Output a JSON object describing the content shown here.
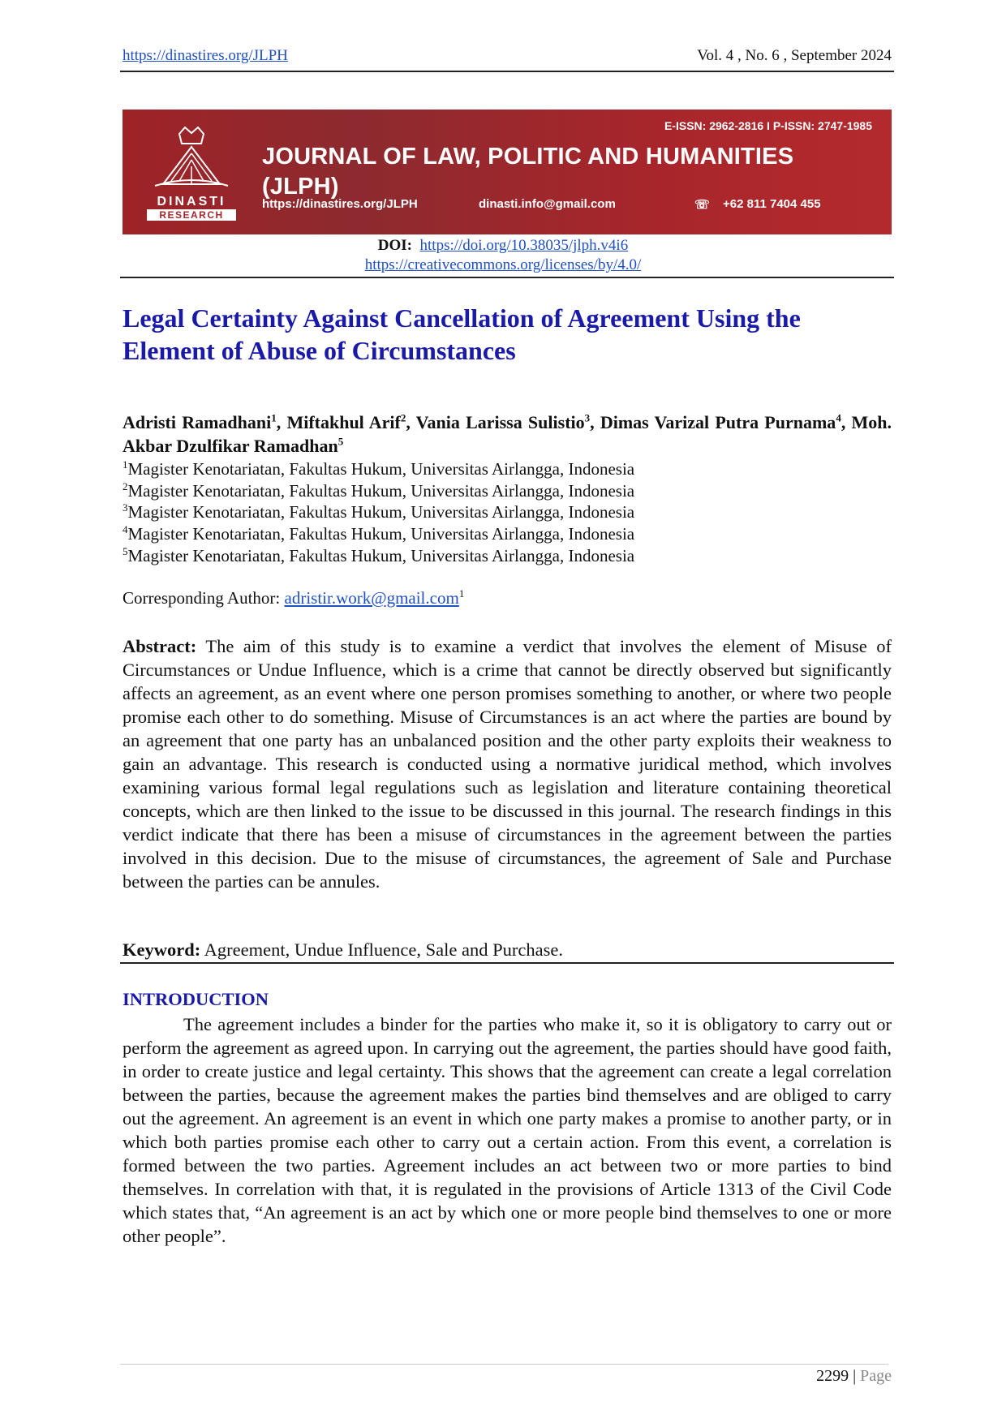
{
  "header": {
    "url": "https://dinastires.org/JLPH",
    "volume": "Vol. 4 , No. 6 , September 2024"
  },
  "banner": {
    "issn": "E-ISSN: 2962-2816 I P-ISSN: 2747-1985",
    "journal_title_line1": "JOURNAL OF LAW, POLITIC AND HUMANITIES",
    "journal_title_line2": "(JLPH)",
    "website": "https://dinastires.org/JLPH",
    "email": "dinasti.info@gmail.com",
    "phone": "+62 811 7404 455",
    "logo_text_1": "DINASTI",
    "logo_text_2": "RESEARCH",
    "brand_color": "#a3262b"
  },
  "doi": {
    "label": "DOI:",
    "link": "https://doi.org/10.38035/jlph.v4i6"
  },
  "license_link": "https://creativecommons.org/licenses/by/4.0/",
  "title": "Legal Certainty Against Cancellation of Agreement Using the Element of Abuse of Circumstances",
  "authors": [
    {
      "name": "Adristi Ramadhani",
      "sup": "1"
    },
    {
      "name": "Miftakhul Arif",
      "sup": "2"
    },
    {
      "name": "Vania Larissa Sulistio",
      "sup": "3"
    },
    {
      "name": "Dimas Varizal Putra Purnama",
      "sup": "4"
    },
    {
      "name": "Moh. Akbar Dzulfikar Ramadhan",
      "sup": "5"
    }
  ],
  "affiliations": [
    {
      "sup": "1",
      "text": "Magister Kenotariatan, Fakultas Hukum, Universitas Airlangga, Indonesia"
    },
    {
      "sup": "2",
      "text": "Magister Kenotariatan, Fakultas Hukum, Universitas Airlangga, Indonesia"
    },
    {
      "sup": "3",
      "text": "Magister Kenotariatan, Fakultas Hukum, Universitas Airlangga, Indonesia"
    },
    {
      "sup": "4",
      "text": "Magister Kenotariatan, Fakultas Hukum, Universitas Airlangga, Indonesia"
    },
    {
      "sup": "5",
      "text": "Magister Kenotariatan, Fakultas Hukum, Universitas Airlangga, Indonesia"
    }
  ],
  "corresponding": {
    "label": "Corresponding Author:",
    "email": "adristir.work@gmail.com",
    "sup": "1"
  },
  "abstract": {
    "label": "Abstract:",
    "text": "The aim of this study is to examine a verdict that involves the element of Misuse of Circumstances or Undue Influence, which is a crime that cannot be directly observed but significantly affects an agreement, as an event where one person promises something to another, or where two people promise each other to do something. Misuse of Circumstances is an act where the parties are bound by an agreement that one party has an unbalanced position and the other party exploits their weakness to gain an advantage. This research is conducted using a normative juridical method, which involves examining various formal legal regulations such as legislation and literature containing theoretical concepts, which are then linked to the issue to be discussed in this journal. The research findings in this verdict indicate that there has been a misuse of circumstances in the agreement between the parties involved in this decision. Due to the misuse of circumstances, the agreement of Sale and Purchase between the parties can be annules."
  },
  "keyword": {
    "label": "Keyword:",
    "text": "Agreement, Undue Influence, Sale and Purchase."
  },
  "introduction": {
    "heading": "INTRODUCTION",
    "text": "The agreement includes a binder for the parties who make it, so it is obligatory to carry out or perform the agreement as agreed upon.  In carrying out the agreement, the parties should have good faith, in order to create justice and legal certainty.   This shows that the agreement can create a legal correlation between the parties, because the agreement makes the parties bind themselves and are obliged to carry out the agreement. An agreement is an event in which one party makes a promise to another party, or in which both parties promise each other to carry out a certain action. From this event, a correlation is formed between the two parties.  Agreement includes an act between two or more parties to bind themselves. In correlation with that, it is regulated in the provisions of Article 1313 of the Civil Code which states that, “An agreement is an act by which one or more people bind themselves to one or more other people”."
  },
  "footer": {
    "page_number": "2299",
    "separator": "|",
    "page_label": "Page"
  }
}
